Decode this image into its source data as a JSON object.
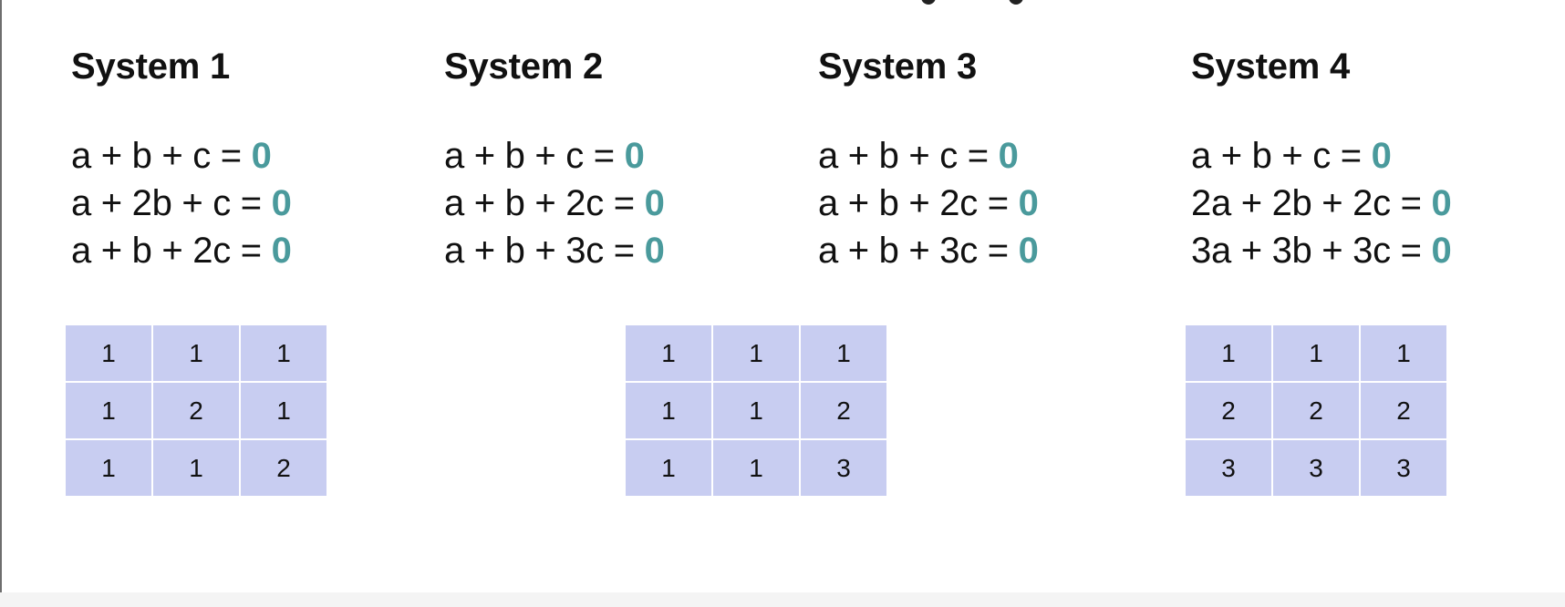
{
  "systems": [
    {
      "title": "System 1",
      "equations": [
        {
          "lhs": "a + b + c =",
          "rhs": "0"
        },
        {
          "lhs": "a + 2b + c =",
          "rhs": "0"
        },
        {
          "lhs": "a + b + 2c =",
          "rhs": "0"
        }
      ]
    },
    {
      "title": "System 2",
      "equations": [
        {
          "lhs": "a + b + c =",
          "rhs": "0"
        },
        {
          "lhs": "a + b + 2c =",
          "rhs": "0"
        },
        {
          "lhs": "a + b + 3c =",
          "rhs": "0"
        }
      ]
    },
    {
      "title": "System 3",
      "equations": [
        {
          "lhs": "a + b + c =",
          "rhs": "0"
        },
        {
          "lhs": "a + b + 2c =",
          "rhs": "0"
        },
        {
          "lhs": "a + b + 3c =",
          "rhs": "0"
        }
      ]
    },
    {
      "title": "System 4",
      "equations": [
        {
          "lhs": "a + b + c =",
          "rhs": "0"
        },
        {
          "lhs": "2a + 2b + 2c =",
          "rhs": "0"
        },
        {
          "lhs": "3a + 3b + 3c =",
          "rhs": "0"
        }
      ]
    }
  ],
  "matrices": [
    {
      "rows": [
        [
          "1",
          "1",
          "1"
        ],
        [
          "1",
          "2",
          "1"
        ],
        [
          "1",
          "1",
          "2"
        ]
      ]
    },
    {
      "rows": [
        [
          "1",
          "1",
          "1"
        ],
        [
          "1",
          "1",
          "2"
        ],
        [
          "1",
          "1",
          "3"
        ]
      ]
    },
    {
      "rows": [
        [
          "1",
          "1",
          "1"
        ],
        [
          "2",
          "2",
          "2"
        ],
        [
          "3",
          "3",
          "3"
        ]
      ]
    }
  ],
  "colors": {
    "rhs_accent": "#4a9a9c",
    "matrix_cell": "#c8cdf1"
  }
}
